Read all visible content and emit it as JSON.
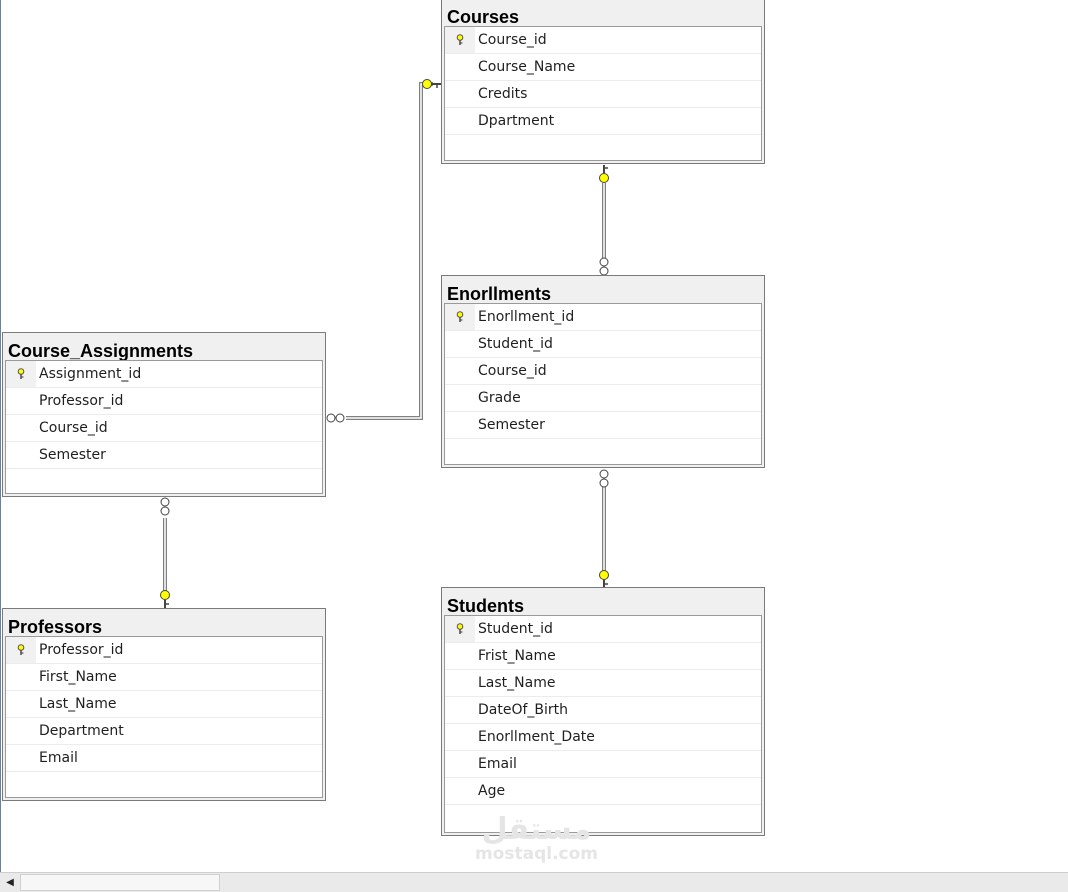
{
  "tables": {
    "courses": {
      "title": "Courses",
      "fields": [
        "Course_id",
        "Course_Name",
        "Credits",
        "Dpartment"
      ]
    },
    "enrollments": {
      "title": "Enorllments",
      "fields": [
        "Enorllment_id",
        "Student_id",
        "Course_id",
        "Grade",
        "Semester"
      ]
    },
    "course_assignments": {
      "title": "Course_Assignments",
      "fields": [
        "Assignment_id",
        "Professor_id",
        "Course_id",
        "Semester"
      ]
    },
    "professors": {
      "title": "Professors",
      "fields": [
        "Professor_id",
        "First_Name",
        "Last_Name",
        "Department",
        "Email"
      ]
    },
    "students": {
      "title": "Students",
      "fields": [
        "Student_id",
        "Frist_Name",
        "Last_Name",
        "DateOf_Birth",
        "Enorllment_Date",
        "Email",
        "Age"
      ]
    }
  },
  "watermark": {
    "arabic": "مستقل",
    "latin": "mostaql.com"
  },
  "colors": {
    "key_yellow": "#ffff00",
    "table_header": "#f0f0f0",
    "connector": "#808080"
  },
  "icons": {
    "primary_key": "key-icon",
    "relationship_one": "key-icon",
    "relationship_many": "infinity-icon"
  }
}
